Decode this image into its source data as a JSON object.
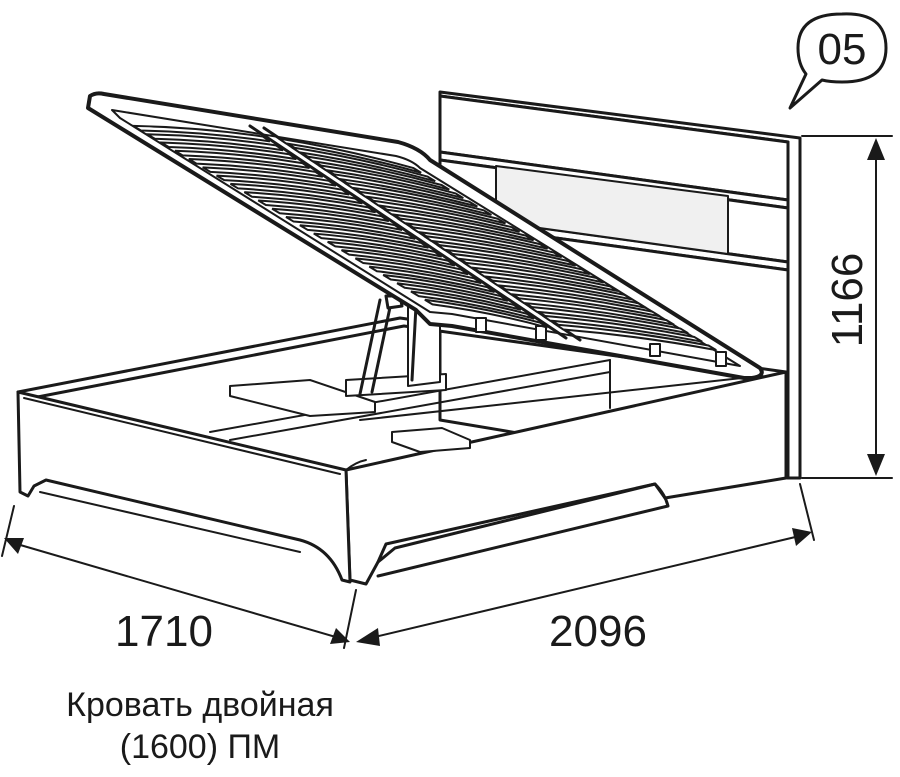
{
  "badge": {
    "number": "05"
  },
  "dimensions": {
    "width": "1710",
    "length": "2096",
    "height": "1166"
  },
  "caption": {
    "line1": "Кровать двойная",
    "line2": "(1600) ПМ"
  }
}
